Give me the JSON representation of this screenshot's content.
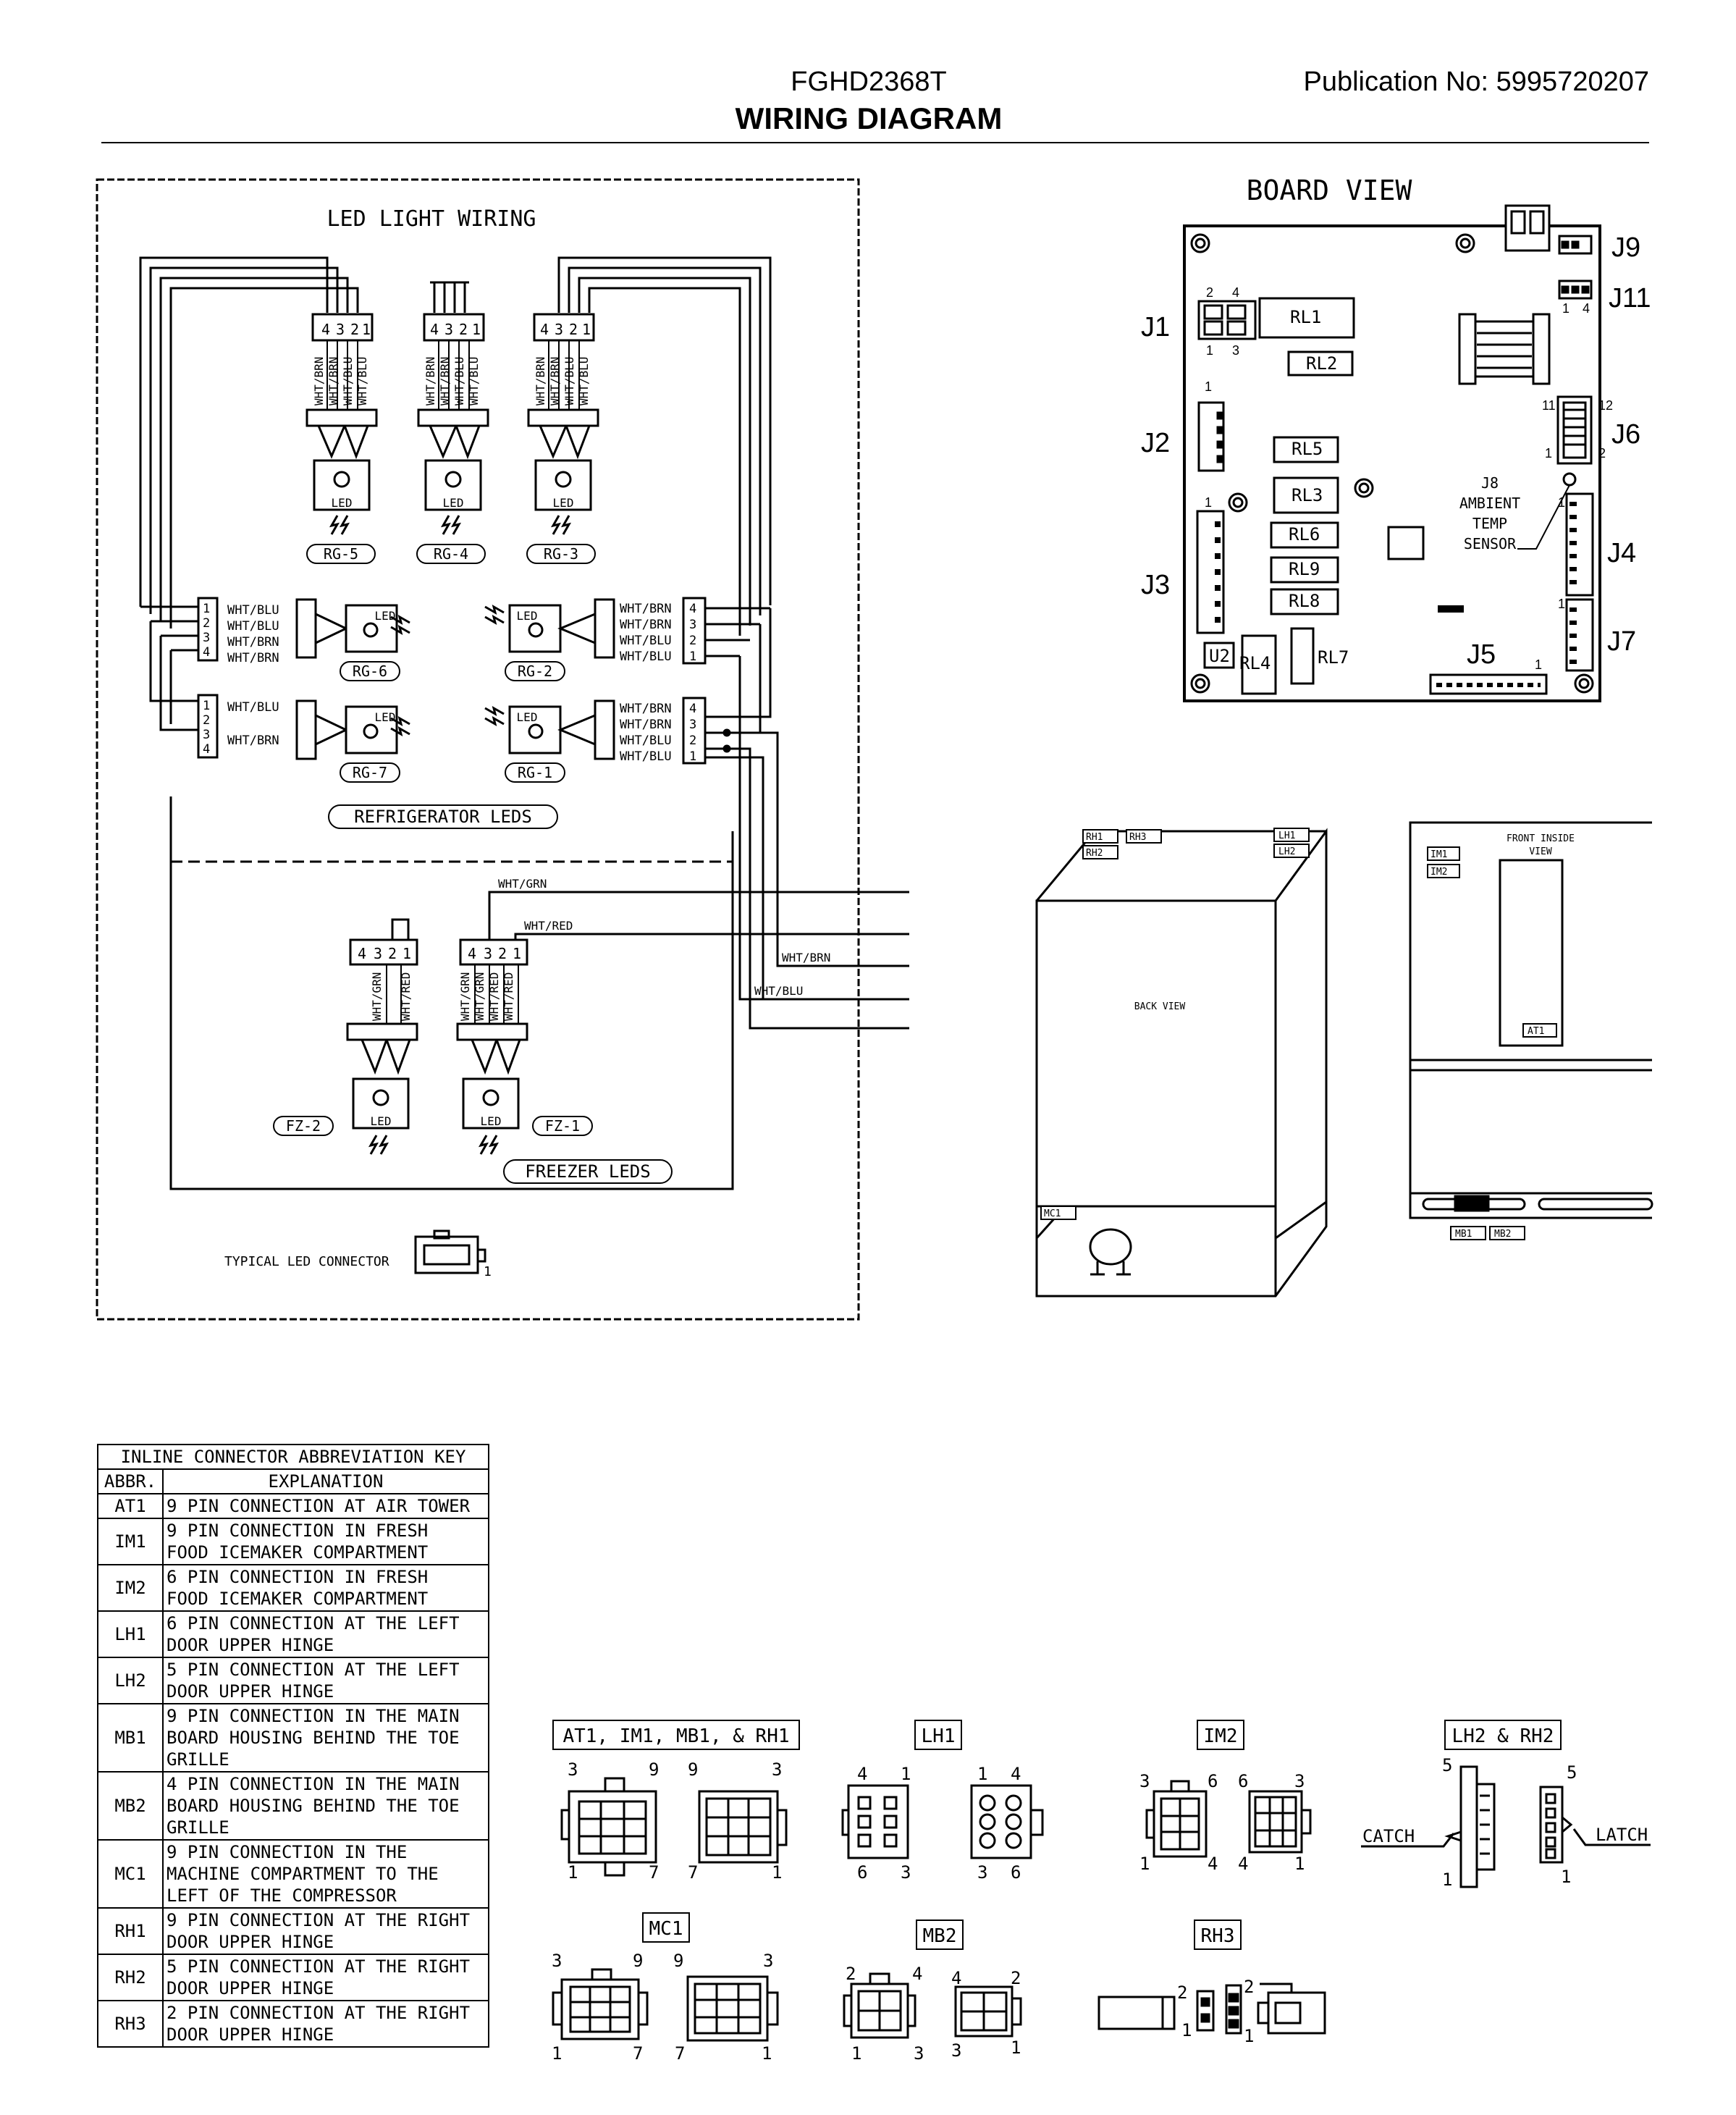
{
  "header": {
    "model": "FGHD2368T",
    "title": "WIRING DIAGRAM",
    "publication": "Publication No:  5995720207"
  },
  "led": {
    "title": "LED LIGHT WIRING",
    "wht_blu": "WHT/BLU",
    "wht_brn": "WHT/BRN",
    "wht_grn": "WHT/GRN",
    "wht_red": "WHT/RED",
    "led": "LED",
    "pin1": "1",
    "pin2": "2",
    "pin3": "3",
    "pin4": "4",
    "rg5": "RG-5",
    "rg4": "RG-4",
    "rg3": "RG-3",
    "rg6": "RG-6",
    "rg2": "RG-2",
    "rg7": "RG-7",
    "rg1": "RG-1",
    "fz2": "FZ-2",
    "fz1": "FZ-1",
    "refrigerator_leds": "REFRIGERATOR LEDS",
    "freezer_leds": "FREEZER LEDS",
    "typical_connector": "TYPICAL LED CONNECTOR"
  },
  "board": {
    "title": "BOARD VIEW",
    "j1": "J1",
    "j2": "J2",
    "j3": "J3",
    "j4": "J4",
    "j5": "J5",
    "j6": "J6",
    "j7": "J7",
    "j9": "J9",
    "j11": "J11",
    "j8_l1": "J8",
    "j8_l2": "AMBIENT",
    "j8_l3": "TEMP",
    "j8_l4": "SENSOR",
    "rl1": "RL1",
    "rl2": "RL2",
    "rl3": "RL3",
    "rl4": "RL4",
    "rl5": "RL5",
    "rl6": "RL6",
    "rl7": "RL7",
    "rl8": "RL8",
    "rl9": "RL9",
    "u2": "U2",
    "n1": "1",
    "n2": "2",
    "n3": "3",
    "n4": "4",
    "n11": "11",
    "n12": "12"
  },
  "views": {
    "back_view": "BACK VIEW",
    "front_inside_l1": "FRONT INSIDE",
    "front_inside_l2": "VIEW",
    "rh1": "RH1",
    "rh2": "RH2",
    "rh3": "RH3",
    "lh1": "LH1",
    "lh2": "LH2",
    "mc1": "MC1",
    "im1": "IM1",
    "im2": "IM2",
    "at1": "AT1",
    "mb1": "MB1",
    "mb2": "MB2"
  },
  "abbreviation_key": {
    "title": "INLINE CONNECTOR ABBREVIATION KEY",
    "col_abbr": "ABBR.",
    "col_expl": "EXPLANATION",
    "rows": [
      {
        "abbr": "AT1",
        "l1": "9 PIN CONNECTION AT AIR TOWER",
        "l2": "",
        "l3": ""
      },
      {
        "abbr": "IM1",
        "l1": "9 PIN CONNECTION IN FRESH",
        "l2": "FOOD ICEMAKER COMPARTMENT",
        "l3": ""
      },
      {
        "abbr": "IM2",
        "l1": "6 PIN CONNECTION IN FRESH",
        "l2": "FOOD ICEMAKER COMPARTMENT",
        "l3": ""
      },
      {
        "abbr": "LH1",
        "l1": "6 PIN CONNECTION AT THE LEFT",
        "l2": "DOOR UPPER HINGE",
        "l3": ""
      },
      {
        "abbr": "LH2",
        "l1": "5 PIN CONNECTION AT THE LEFT",
        "l2": "DOOR UPPER HINGE",
        "l3": ""
      },
      {
        "abbr": "MB1",
        "l1": "9 PIN CONNECTION IN THE MAIN",
        "l2": "BOARD HOUSING BEHIND THE TOE",
        "l3": "GRILLE"
      },
      {
        "abbr": "MB2",
        "l1": "4 PIN CONNECTION IN THE MAIN",
        "l2": "BOARD HOUSING BEHIND THE TOE",
        "l3": "GRILLE"
      },
      {
        "abbr": "MC1",
        "l1": "9 PIN CONNECTION IN THE",
        "l2": "MACHINE COMPARTMENT TO THE",
        "l3": "LEFT OF THE COMPRESSOR"
      },
      {
        "abbr": "RH1",
        "l1": "9 PIN CONNECTION AT THE RIGHT",
        "l2": "DOOR UPPER HINGE",
        "l3": ""
      },
      {
        "abbr": "RH2",
        "l1": "5 PIN CONNECTION AT THE RIGHT",
        "l2": "DOOR UPPER HINGE",
        "l3": ""
      },
      {
        "abbr": "RH3",
        "l1": "2 PIN CONNECTION AT THE RIGHT",
        "l2": "DOOR UPPER HINGE",
        "l3": ""
      }
    ]
  },
  "connectors": {
    "at1_group": "AT1, IM1, MB1, & RH1",
    "lh1": "LH1",
    "im2": "IM2",
    "lh2_rh2": "LH2 & RH2",
    "mc1": "MC1",
    "mb2": "MB2",
    "rh3": "RH3",
    "catch": "CATCH",
    "latch": "LATCH",
    "n1": "1",
    "n2": "2",
    "n3": "3",
    "n4": "4",
    "n5": "5",
    "n6": "6",
    "n7": "7",
    "n9": "9"
  }
}
